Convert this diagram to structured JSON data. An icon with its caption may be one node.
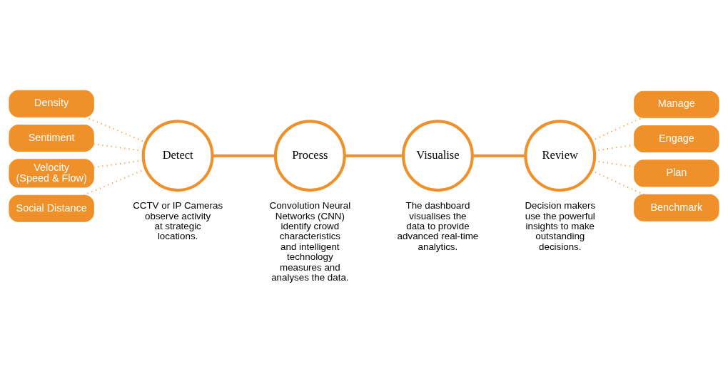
{
  "diagram": {
    "nodes": [
      {
        "text": [
          "Density"
        ]
      },
      {
        "text": [
          "Sentiment"
        ]
      },
      {
        "text": [
          "Velocity",
          "(Speed & Flow)"
        ]
      },
      {
        "text": [
          "Social Distance"
        ]
      },
      {
        "text": [
          "Detect"
        ],
        "beside": [
          "CCTV or IP Cameras observe activity at strategic locations."
        ]
      },
      {
        "text": [
          "Process"
        ],
        "beside": [
          "Convolution Neural Networks (CNN) identify crowd characteristics and intelligent technology measures and analyses the data."
        ]
      },
      {
        "text": [
          "Visualise"
        ],
        "beside": [
          "The dashboard visualises the data to provide advanced real-time analytics."
        ]
      },
      {
        "text": [
          "Review"
        ],
        "beside": [
          "Decision makers use the powerful insights to make outstanding decisions."
        ]
      },
      {
        "text": [
          "Manage"
        ]
      },
      {
        "text": [
          "Engage"
        ]
      },
      {
        "text": [
          "Plan"
        ]
      },
      {
        "text": [
          "Benchmark"
        ]
      }
    ],
    "edges": [
      {
        "from": 0,
        "to": 4,
        "arrow": "none",
        "style": "dashed"
      },
      {
        "from": 1,
        "to": 4,
        "arrow": "none",
        "style": "dashed"
      },
      {
        "from": 2,
        "to": 4,
        "arrow": "none",
        "style": "dashed"
      },
      {
        "from": 3,
        "to": 4,
        "arrow": "none",
        "style": "dashed"
      },
      {
        "from": 4,
        "to": 5,
        "arrow": "none",
        "style": "thick"
      },
      {
        "from": 5,
        "to": 6,
        "arrow": "none",
        "style": "thick"
      },
      {
        "from": 6,
        "to": 7,
        "arrow": "none",
        "style": "thick"
      },
      {
        "from": 7,
        "to": 8,
        "arrow": "none",
        "style": "dashed"
      },
      {
        "from": 7,
        "to": 9,
        "arrow": "none",
        "style": "dashed"
      },
      {
        "from": 7,
        "to": 10,
        "arrow": "none",
        "style": "dashed"
      },
      {
        "from": 7,
        "to": 11,
        "arrow": "none",
        "style": "dashed"
      }
    ]
  }
}
